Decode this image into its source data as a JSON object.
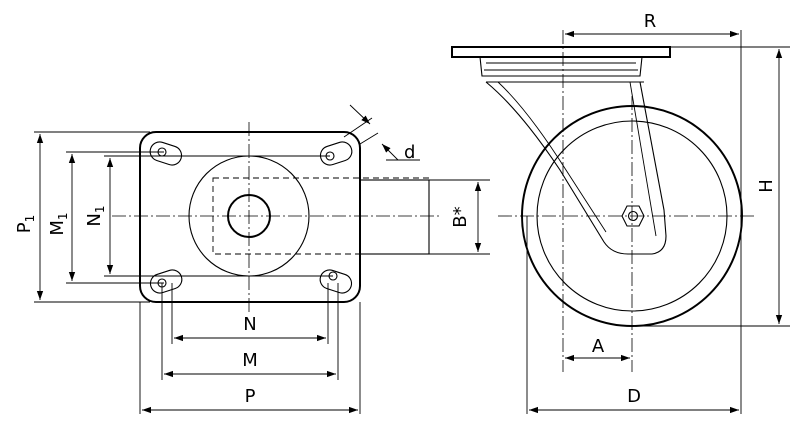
{
  "labels": {
    "P": "P",
    "P_sub": "1",
    "M": "M",
    "M_sub": "1",
    "N": "N",
    "N_sub": "1",
    "d": "d",
    "B": "B*",
    "N_bottom": "N",
    "M_bottom": "M",
    "P_bottom": "P",
    "R": "R",
    "H": "H",
    "A": "A",
    "D": "D"
  }
}
